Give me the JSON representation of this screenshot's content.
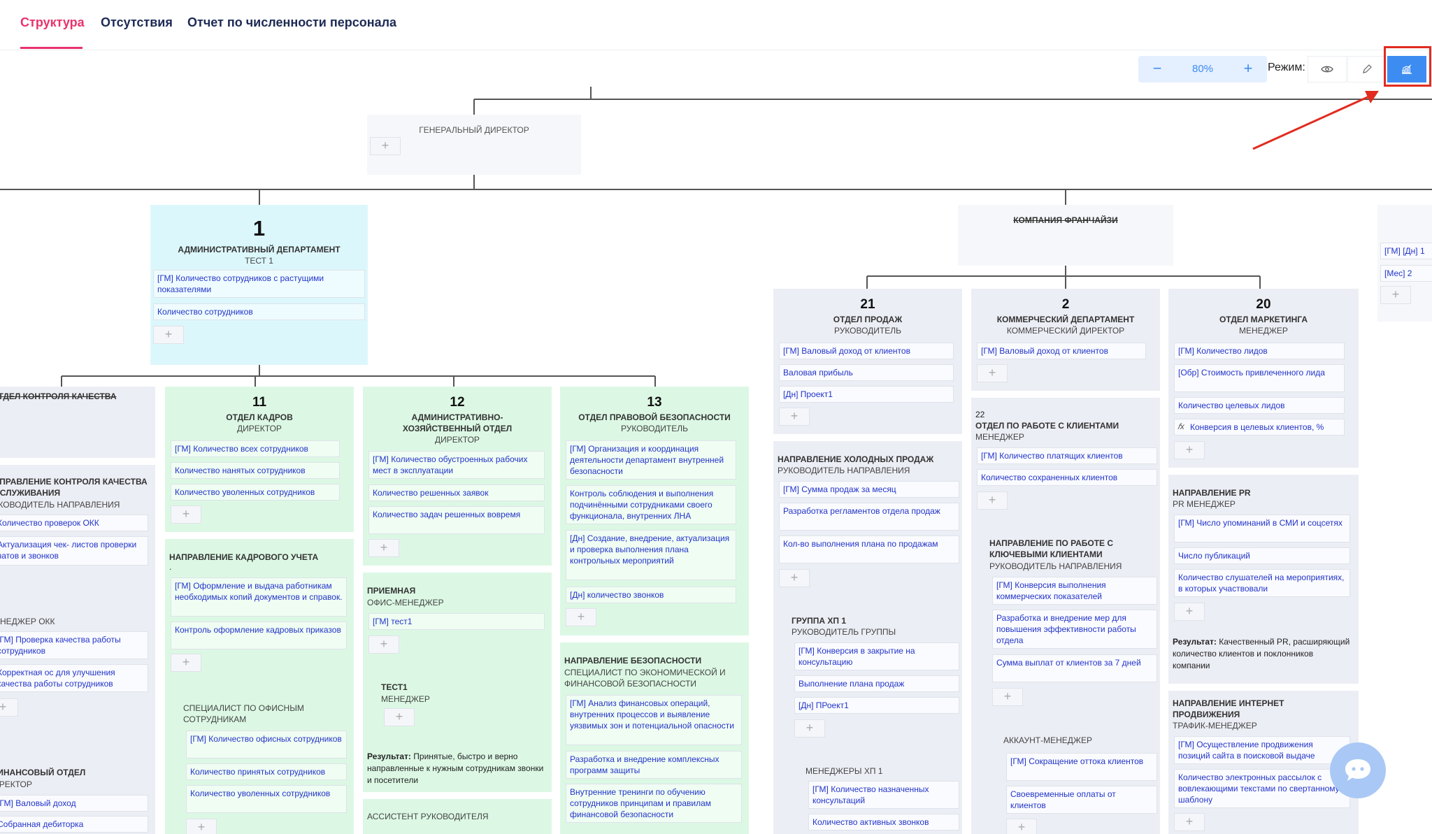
{
  "tabs": [
    {
      "label": "Структура",
      "active": true
    },
    {
      "label": "Отсутствия"
    },
    {
      "label": "Отчет по численности персонала"
    }
  ],
  "zoom": {
    "minus": "−",
    "value": "80%",
    "plus": "+"
  },
  "mode": {
    "label": "Режим:",
    "options": [
      "view-eye-icon",
      "edit-pencil-icon",
      "chart-stats-icon"
    ]
  },
  "colors": {
    "accent": "#e8336d",
    "primary": "#3d8cf2",
    "metric": "#2234c9",
    "highlight": "#e12c1f"
  },
  "cards": {
    "gen": {
      "title": "ГЕНЕРАЛЬНЫЙ ДИРЕКТОР",
      "add": "+"
    },
    "admin": {
      "number": "1",
      "title": "АДМИНИСТРАТИВНЫЙ ДЕПАРТАМЕНТ",
      "role": "ТЕСТ 1",
      "metrics": [
        "[ГМ] Количество сотрудников с растущими показателями",
        "Количество сотрудников"
      ],
      "add": "+"
    },
    "franchise": {
      "title": "КОМПАНИЯ ФРАНЧАЙЗИ"
    },
    "partial_right": {
      "metrics": [
        "[ГМ] [Дн] 1",
        "[Мес] 2"
      ],
      "add": "+"
    },
    "quality": {
      "title": "ОТДЕЛ КОНТРОЛЯ КАЧЕСТВА",
      "sec1": {
        "title": "НАПРАВЛЕНИЕ КОНТРОЛЯ КАЧЕСТВА ОБСЛУЖИВАНИЯ",
        "role": "РУКОВОДИТЕЛЬ НАПРАВЛЕНИЯ",
        "metrics": [
          "Количество проверок ОКК",
          "Актуализация чек- листов проверки чатов и звонков"
        ]
      },
      "sec2": {
        "title": "МЕНЕДЖЕР ОКК",
        "metrics": [
          "[ГМ] Проверка качества работы сотрудников",
          "Корректная ос для улучшения качества работы сотрудников"
        ],
        "add": "+"
      },
      "sec3": {
        "title": "ФИНАНСОВЫЙ ОТДЕЛ",
        "role": "ДИРЕКТОР",
        "metrics": [
          "[ГМ] Валовый доход",
          "Собранная дебиторка"
        ]
      }
    },
    "hr": {
      "number": "11",
      "title": "ОТДЕЛ КАДРОВ",
      "role": "ДИРЕКТОР",
      "metrics": [
        "[ГМ] Количество всех сотрудников",
        "Количество нанятых сотрудников",
        "Количество уволенных сотрудников"
      ],
      "add": "+",
      "sec1": {
        "title": "НАПРАВЛЕНИЕ КАДРОВОГО УЧЕТА",
        "dot": ".",
        "metrics": [
          "[ГМ] Оформление и выдача работникам необходимых копий документов и справок.",
          "Контроль оформление кадровых приказов"
        ],
        "add": "+"
      },
      "sec2": {
        "title": "СПЕЦИАЛИСТ ПО ОФИСНЫМ СОТРУДНИКАМ",
        "metrics": [
          "[ГМ] Количество офисных сотрудников",
          "Количество принятых сотрудников",
          "Количество уволенных сотрудников"
        ],
        "add": "+"
      }
    },
    "ahd": {
      "number": "12",
      "title": "АДМИНИСТРАТИВНО-ХОЗЯЙСТВЕННЫЙ ОТДЕЛ",
      "role": "ДИРЕКТОР",
      "metrics": [
        "[ГМ] Количество обустроенных рабочих мест в эксплуатации",
        "Количество решенных заявок",
        "Количество задач решенных вовремя"
      ],
      "add": "+",
      "sec1": {
        "title": "ПРИЕМНАЯ",
        "role": "ОФИС-МЕНЕДЖЕР",
        "metrics": [
          "[ГМ] тест1"
        ],
        "add": "+"
      },
      "sec2": {
        "title": "ТЕСТ1",
        "role": "МЕНЕДЖЕР",
        "add": "+"
      },
      "result": {
        "label": "Результат:",
        "text": "Принятые, быстро и верно направленные к нужным сотрудникам звонки и посетители"
      },
      "sec3": {
        "title": "АССИСТЕНТ РУКОВОДИТЕЛЯ"
      }
    },
    "legal": {
      "number": "13",
      "title": "ОТДЕЛ ПРАВОВОЙ БЕЗОПАСНОСТИ",
      "role": "РУКОВОДИТЕЛЬ",
      "metrics": [
        "[ГМ] Организация и координация деятельности департамент внутренней безопасности",
        "Контроль соблюдения и выполнения подчинёнными сотрудниками своего функционала, внутренних ЛНА",
        "[Дн] Создание, внедрение, актуализация и проверка выполнения плана контрольных мероприятий",
        "[Дн] количество звонков"
      ],
      "add": "+",
      "sec1": {
        "title": "НАПРАВЛЕНИЕ БЕЗОПАСНОСТИ",
        "role": "СПЕЦИАЛИСТ ПО ЭКОНОМИЧЕСКОЙ И ФИНАНСОВОЙ БЕЗОПАСНОСТИ",
        "metrics": [
          "[ГМ] Анализ финансовых операций, внутренних процессов и выявление уязвимых зон и потенциальной опасности",
          "Разработка и внедрение комплексных программ защиты",
          "Внутренние тренинги по обучению сотрудников принципам и правилам финансовой безопасности"
        ]
      }
    },
    "sales": {
      "number": "21",
      "title": "ОТДЕЛ ПРОДАЖ",
      "role": "РУКОВОДИТЕЛЬ",
      "metrics": [
        "[ГМ] Валовый доход от клиентов",
        "Валовая прибыль",
        "[Дн] Проект1"
      ],
      "add": "+",
      "sec1": {
        "title": "НАПРАВЛЕНИЕ ХОЛОДНЫХ ПРОДАЖ",
        "role": "РУКОВОДИТЕЛЬ НАПРАВЛЕНИЯ",
        "metrics": [
          "[ГМ] Сумма продаж за месяц",
          "Разработка регламентов отдела продаж",
          "Кол-во выполнения плана по продажам"
        ],
        "add": "+"
      },
      "sec2": {
        "title": "ГРУППА ХП 1",
        "role": "РУКОВОДИТЕЛЬ ГРУППЫ",
        "metrics": [
          "[ГМ] Конверсия в закрытие на консультацию",
          "Выполнение плана продаж",
          "[Дн] ПРоект1"
        ],
        "add": "+"
      },
      "sec3": {
        "title": "МЕНЕДЖЕРЫ ХП 1",
        "metrics": [
          "[ГМ] Количество назначенных консультаций",
          "Количество активных звонков"
        ]
      }
    },
    "commerce": {
      "number": "2",
      "title": "КОММЕРЧЕСКИЙ ДЕПАРТАМЕНТ",
      "role": "КОММЕРЧЕСКИЙ ДИРЕКТОР",
      "metrics": [
        "[ГМ] Валовый доход от клиентов"
      ],
      "add": "+",
      "sec1": {
        "number": "22",
        "title": "ОТДЕЛ ПО РАБОТЕ С КЛИЕНТАМИ",
        "role": "МЕНЕДЖЕР",
        "metrics": [
          "[ГМ] Количество платящих клиентов",
          "Количество сохраненных клиентов"
        ],
        "add": "+"
      },
      "sec2": {
        "title": "НАПРАВЛЕНИЕ ПО РАБОТЕ С КЛЮЧЕВЫМИ КЛИЕНТАМИ",
        "role": "РУКОВОДИТЕЛЬ НАПРАВЛЕНИЯ",
        "metrics": [
          "[ГМ] Конверсия выполнения коммерческих показателей",
          "Разработка и внедрение мер для повышения эффективности работы отдела",
          "Сумма выплат от клиентов за 7 дней"
        ],
        "add": "+"
      },
      "sec3": {
        "title": "АККАУНТ-МЕНЕДЖЕР",
        "metrics": [
          "[ГМ] Сокращение оттока клиентов",
          "Своевременные оплаты от клиентов"
        ],
        "add": "+"
      }
    },
    "marketing": {
      "number": "20",
      "title": "ОТДЕЛ МАРКЕТИНГА",
      "role": "МЕНЕДЖЕР",
      "metrics": [
        "[ГМ] Количество лидов",
        "[Обр] Стоимость привлеченного лида",
        "Количество целевых лидов",
        "Конверсия в целевых клиентов, %"
      ],
      "fx": "𝑓x",
      "add": "+",
      "sec1": {
        "title": "НАПРАВЛЕНИЕ PR",
        "role": "PR МЕНЕДЖЕР",
        "metrics": [
          "[ГМ] Число упоминаний в СМИ и соцсетях",
          "Число публикаций",
          "Количество слушателей на мероприятиях, в которых участвовали"
        ],
        "add": "+"
      },
      "result": {
        "label": "Результат:",
        "text": "Качественный PR, расширяющий количество клиентов и поклонников компании"
      },
      "sec2": {
        "title": "НАПРАВЛЕНИЕ ИНТЕРНЕТ ПРОДВИЖЕНИЯ",
        "role": "ТРАФИК-МЕНЕДЖЕР",
        "metrics": [
          "[ГМ] Осуществление продвижения позиций сайта в поисковой выдаче",
          "Количество электронных рассылок с вовлекающими текстами по свертанному шаблону"
        ],
        "add": "+"
      }
    }
  }
}
